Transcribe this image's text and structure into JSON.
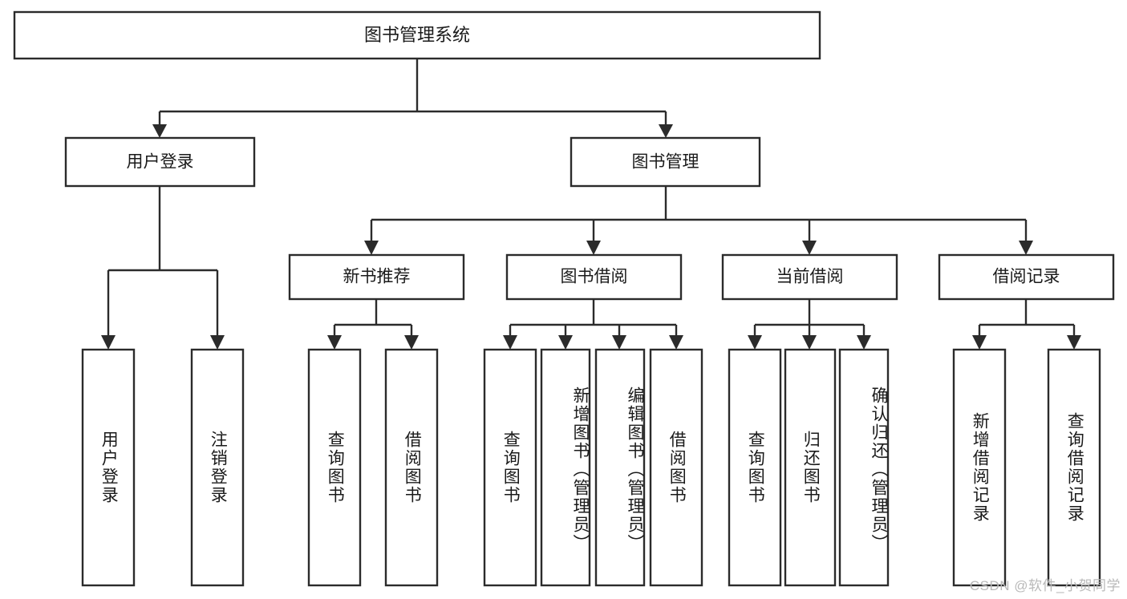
{
  "diagram": {
    "kind": "tree-hierarchy-chart",
    "title": "图书管理系统",
    "watermark": "CSDN @软件_小贺同学",
    "colors": {
      "stroke": "#2b2b2b",
      "box_fill": "#ffffff",
      "text": "#1a1a1a",
      "background": "#ffffff",
      "watermark": "#b9b9b9"
    },
    "levels": {
      "root": "图书管理系统",
      "level2": [
        "用户登录",
        "图书管理"
      ],
      "level3": [
        "新书推荐",
        "图书借阅",
        "当前借阅",
        "借阅记录"
      ]
    },
    "nodes": {
      "root": {
        "label": "图书管理系统"
      },
      "user_login": {
        "label": "用户登录"
      },
      "book_manage": {
        "label": "图书管理"
      },
      "new_book_rec": {
        "label": "新书推荐"
      },
      "book_borrow": {
        "label": "图书借阅"
      },
      "current_borrow": {
        "label": "当前借阅"
      },
      "borrow_record": {
        "label": "借阅记录"
      }
    },
    "leaves": {
      "l1": {
        "label": "用户登录",
        "parent": "用户登录"
      },
      "l2": {
        "label": "注销登录",
        "parent": "用户登录"
      },
      "l3": {
        "label": "查询图书",
        "parent": "新书推荐"
      },
      "l4": {
        "label": "借阅图书",
        "parent": "新书推荐"
      },
      "l5": {
        "label": "查询图书",
        "parent": "图书借阅"
      },
      "l6": {
        "label": "新增图书（管理员）",
        "parent": "图书借阅"
      },
      "l7": {
        "label": "编辑图书（管理员）",
        "parent": "图书借阅"
      },
      "l8": {
        "label": "借阅图书",
        "parent": "图书借阅"
      },
      "l9": {
        "label": "查询图书",
        "parent": "当前借阅"
      },
      "l10": {
        "label": "归还图书",
        "parent": "当前借阅"
      },
      "l11": {
        "label": "确认归还（管理员）",
        "parent": "当前借阅"
      },
      "l12": {
        "label": "新增借阅记录",
        "parent": "借阅记录"
      },
      "l13": {
        "label": "查询借阅记录",
        "parent": "借阅记录"
      }
    }
  }
}
